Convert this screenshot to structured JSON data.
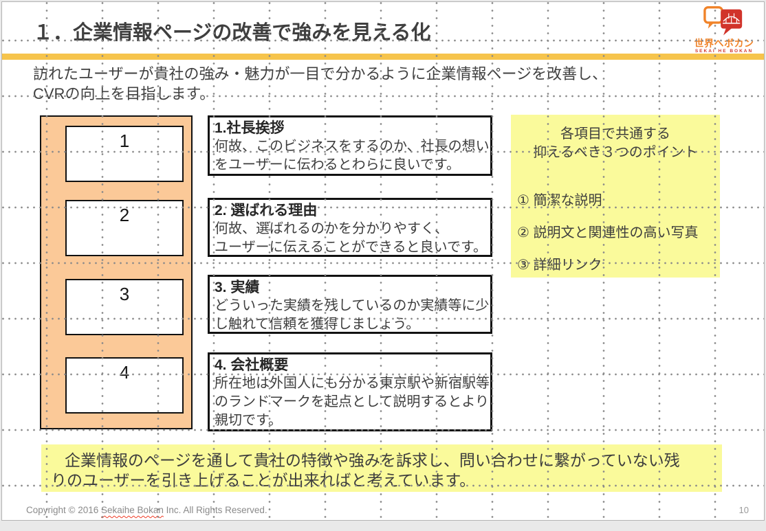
{
  "header": {
    "title": "１．企業情報ページの改善で強みを見える化"
  },
  "logo": {
    "name": "世界へボカン",
    "tagline": "SEKAI HE BOKAN"
  },
  "intro": {
    "line1": "訪れたユーザーが貴社の強み・魅力が一目で分かるように企業情報ページを改善し、",
    "line2": "CVRの向上を目指します。"
  },
  "steps": {
    "labels": [
      "1",
      "2",
      "3",
      "4"
    ]
  },
  "sections": [
    {
      "heading": "1.社長挨拶",
      "line1": "何故、このビジネスをするのか、社長の想い",
      "line2": "をユーザーに伝わるとわらに良いです。"
    },
    {
      "heading": "2. 選ばれる理由",
      "line1": "何故、選ばれるのかを分かりやすく、",
      "line2": "ユーザーに伝えることができると良いです。"
    },
    {
      "heading": "3. 実績",
      "line1": "どういった実績を残しているのか実績等に少",
      "line2": "し触れて信頼を獲得しましょう。"
    },
    {
      "heading": "4. 会社概要",
      "line1": "所在地は外国人にも分かる東京駅や新宿駅等",
      "line2": "のランドマークを起点として説明するとより",
      "line3": "親切です。"
    }
  ],
  "points": {
    "title_line1": "各項目で共通する",
    "title_line2": "抑えるべき３つのポイント",
    "items": [
      "① 簡潔な説明",
      "② 説明文と関連性の高い写真",
      "③ 詳細リンク"
    ]
  },
  "summary": {
    "line1": "企業情報のページを通して貴社の特徴や強みを訴求し、問い合わせに繋がっていない残",
    "line2": "りのユーザーを引き上げることが出来ればと考えています。"
  },
  "footer": {
    "copyright_prefix": "Copyright © 2016 ",
    "company": "Sekaihe Bokan",
    "copyright_suffix": " Inc. All Rights Reserved.",
    "page_number": "10"
  },
  "colors": {
    "title_band": "#f6c44c",
    "panel_orange": "#fbc998",
    "highlight_yellow": "#fafa9b",
    "logo_orange": "#f08329",
    "logo_red": "#d1342b",
    "text_dark": "#3f3f3f",
    "footer_gray": "#8a8a8a"
  }
}
